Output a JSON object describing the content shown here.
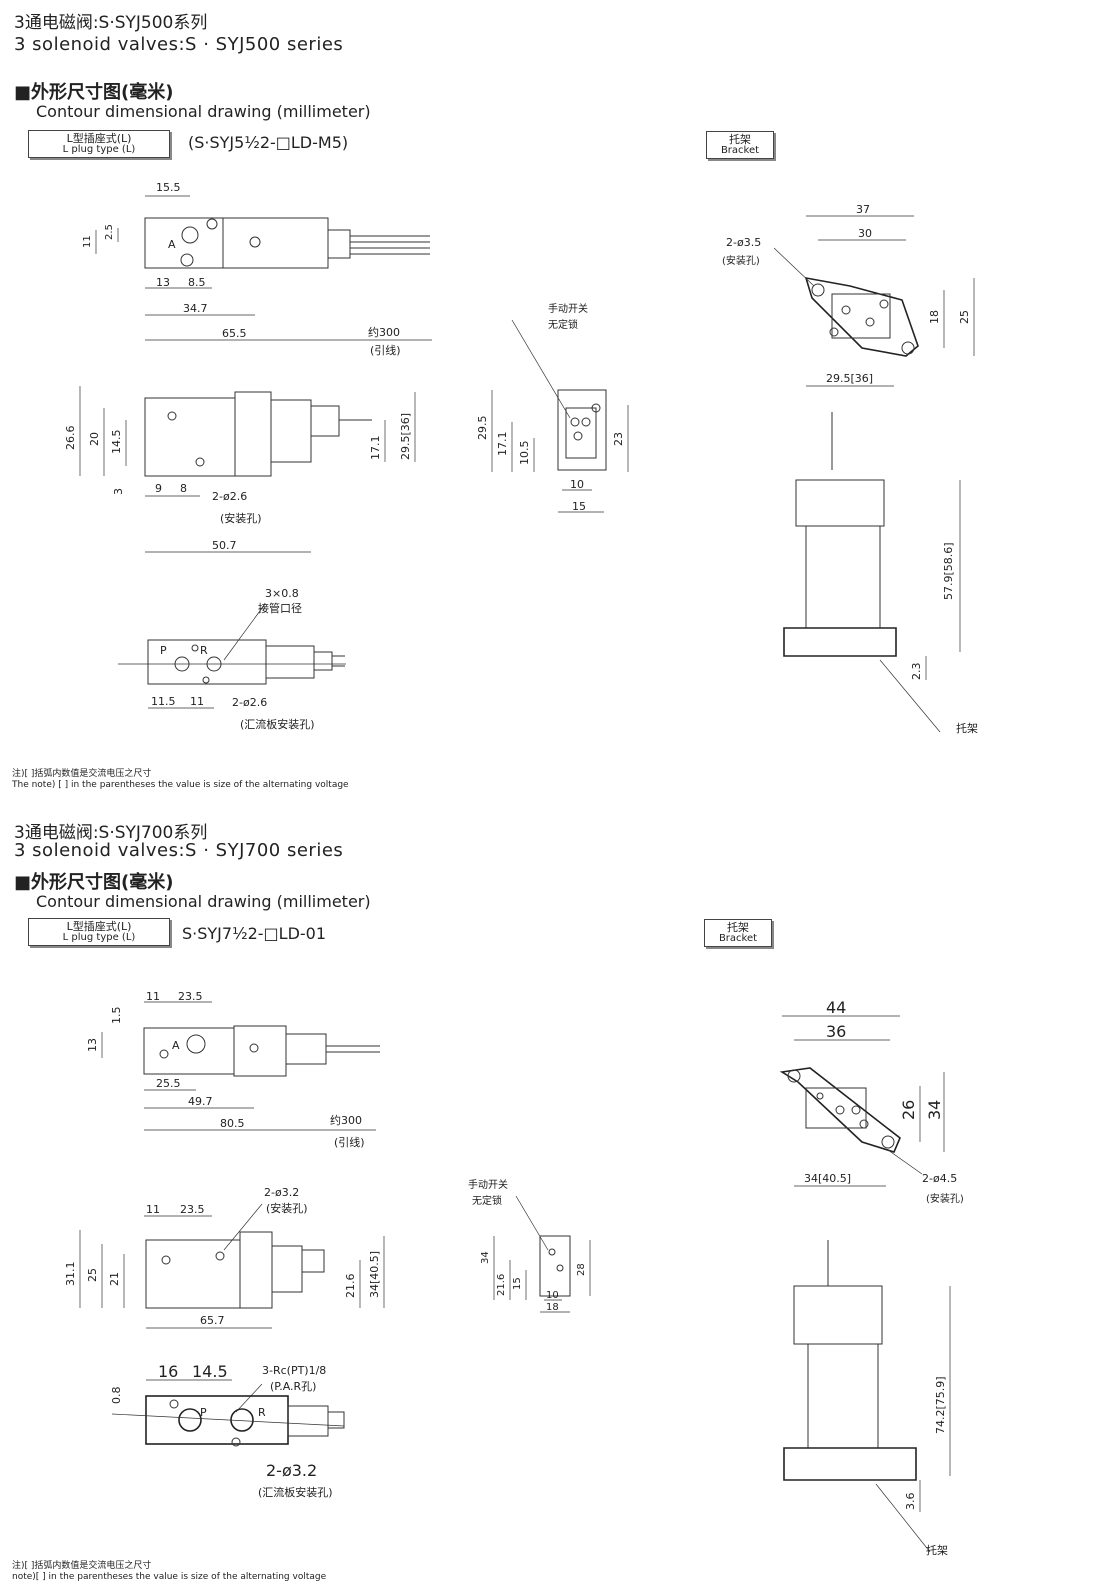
{
  "s1": {
    "title_cn": "3通电磁阀:S·SYJ500系列",
    "title_en": "3 solenoid valves:S · SYJ500 series",
    "heading_cn": "■外形尺寸图(毫米)",
    "heading_en": "Contour dimensional drawing (millimeter)",
    "tag_cn": "L型插座式(L)",
    "tag_en": "L plug type (L)",
    "model": "(S·SYJ5½2-□LD-M5)",
    "bracket_cn": "托架",
    "bracket_en": "Bracket",
    "dims": {
      "d15_5": "15.5",
      "d2_5": "2.5",
      "d11": "11",
      "d13": "13",
      "d8_5": "8.5",
      "d34_7": "34.7",
      "d65_5": "65.5",
      "d300": "约300",
      "lead": "(引线)",
      "a": "A",
      "d26_6": "26.6",
      "d20": "20",
      "d14_5": "14.5",
      "d3": "3",
      "d9": "9",
      "d8": "8",
      "d17_1": "17.1",
      "d29_5": "29.5[36]",
      "hole": "2-ø2.6",
      "mount": "(安装孔)",
      "d50_7": "50.7",
      "port": "3×0.8",
      "port_cn": "接管口径",
      "p": "P",
      "r": "R",
      "d11_5": "11.5",
      "d11b": "11",
      "hole2": "2-ø2.6",
      "manifold": "(汇流板安装孔)",
      "manual": "手动开关",
      "nolock": "无定锁",
      "e29_5": "29.5",
      "e17_1": "17.1",
      "e10_5": "10.5",
      "e23": "23",
      "e10": "10",
      "e15": "15",
      "b37": "37",
      "b30": "30",
      "bhole": "2-ø3.5",
      "bmount": "(安装孔)",
      "b18": "18",
      "b25": "25",
      "b29_5": "29.5[36]",
      "b57_9": "57.9[58.6]",
      "b2_3": "2.3",
      "bracket_lbl": "托架"
    },
    "note_cn": "注)[ ]括弧内数值是交流电压之尺寸",
    "note_en": "The note) [ ] in the parentheses the value is size of the alternating voltage"
  },
  "s2": {
    "title_cn": "3通电磁阀:S·SYJ700系列",
    "title_en": "3 solenoid valves:S · SYJ700 series",
    "heading_cn": "■外形尺寸图(毫米)",
    "heading_en": "Contour dimensional drawing (millimeter)",
    "tag_cn": "L型插座式(L)",
    "tag_en": "L plug type (L)",
    "model": "S·SYJ7½2-□LD-01",
    "bracket_cn": "托架",
    "bracket_en": "Bracket",
    "dims": {
      "d11": "11",
      "d23_5": "23.5",
      "d1_5": "1.5",
      "d13": "13",
      "a": "A",
      "d25_5": "25.5",
      "d49_7": "49.7",
      "d80_5": "80.5",
      "d300": "约300",
      "lead": "(引线)",
      "hole": "2-ø3.2",
      "mount": "(安装孔)",
      "s11": "11",
      "s23_5": "23.5",
      "d31_1": "31.1",
      "d25": "25",
      "d21": "21",
      "d21_6": "21.6",
      "d34": "34[40.5]",
      "d65_7": "65.7",
      "d16": "16",
      "d14_5": "14.5",
      "d0_8": "0.8",
      "port": "3-Rc(PT)1/8",
      "port_cn": "(P.A.R孔)",
      "p": "P",
      "r": "R",
      "hole2": "2-ø3.2",
      "manifold": "(汇流板安装孔)",
      "manual": "手动开关",
      "nolock": "无定锁",
      "e34": "34",
      "e21_6": "21.6",
      "e15": "15",
      "e28": "28",
      "e10": "10",
      "e18": "18",
      "b44": "44",
      "b36": "36",
      "b26": "26",
      "b34": "34",
      "b34_40": "34[40.5]",
      "bhole": "2-ø4.5",
      "bmount": "(安装孔)",
      "b74_2": "74.2[75.9]",
      "b3_6": "3.6",
      "bracket_lbl": "托架"
    },
    "note_cn": "注)[ ]括弧内数值是交流电压之尺寸",
    "note_en": "note)[ ] in the parentheses the value is size of the alternating voltage"
  }
}
